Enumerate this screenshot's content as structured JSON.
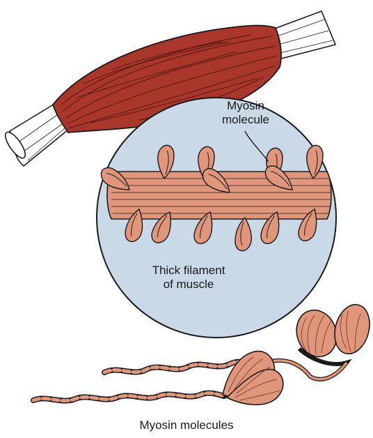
{
  "labels": {
    "myosin_molecule_line1": "Myosin",
    "myosin_molecule_line2": "molecule",
    "thick_filament_line1": "Thick filament",
    "thick_filament_line2": "of muscle",
    "caption": "Myosin molecules"
  },
  "colors": {
    "muscle": "#a8362a",
    "tendon": "#ffffff",
    "zoom_circle": "#c9d9e8",
    "myosin": "#e0967a",
    "outline": "#1a1a1a"
  }
}
